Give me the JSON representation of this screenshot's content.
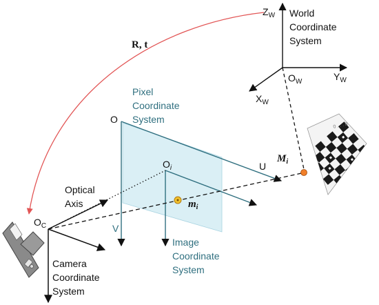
{
  "world": {
    "title_lines": [
      "World",
      "Coordinate",
      "System"
    ],
    "axis_z": "Z",
    "axis_z_sub": "W",
    "axis_y": "Y",
    "axis_y_sub": "W",
    "axis_x": "X",
    "axis_x_sub": "W",
    "origin": "O",
    "origin_sub": "W"
  },
  "transform": {
    "label": "R,  t"
  },
  "pixel": {
    "title_lines": [
      "Pixel",
      "Coordinate",
      "System"
    ],
    "origin": "O",
    "axis_u": "U",
    "axis_v": "V"
  },
  "image": {
    "title_lines": [
      "Image",
      "Coordinate",
      "System"
    ],
    "origin": "O",
    "origin_sub": "i",
    "point": "m",
    "point_sub": "i"
  },
  "camera": {
    "title_lines": [
      "Camera",
      "Coordinate",
      "System"
    ],
    "origin": "O",
    "origin_sub": "C",
    "optical_axis_lines": [
      "Optical",
      "Axis"
    ]
  },
  "target": {
    "point": "M",
    "point_sub": "i",
    "board_text": "0 . . . 8"
  },
  "colors": {
    "arc": "#e25555",
    "plane_fill": "#d7eef5",
    "plane_edge": "#2f6f7f",
    "point_orange": "#f07f2a",
    "point_yellow": "#f2c22e",
    "teal_text": "#2f6f7f"
  }
}
